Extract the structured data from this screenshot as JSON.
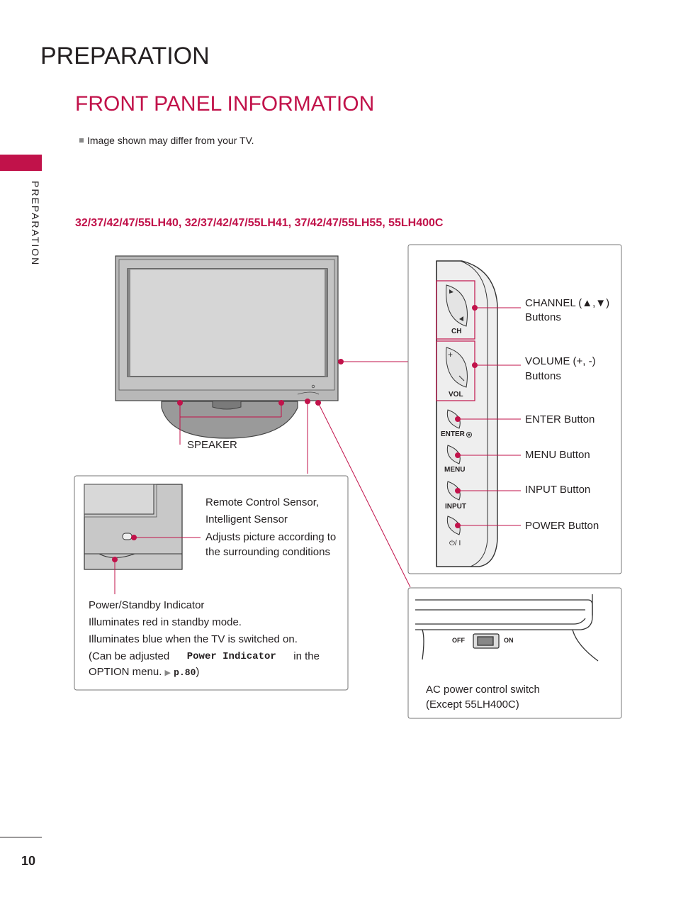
{
  "page": {
    "header": "PREPARATION",
    "section_title": "FRONT PANEL INFORMATION",
    "note": "Image shown may differ from your TV.",
    "side_tab_label": "PREPARATION",
    "model_line": "32/37/42/47/55LH40, 32/37/42/47/55LH41, 37/42/47/55LH55, 55LH400C",
    "page_number": "10"
  },
  "tv_labels": {
    "speaker": "SPEAKER"
  },
  "side_panel": {
    "buttons": [
      {
        "key": "ch",
        "panel_text": "CH",
        "label_line1": "CHANNEL (▲,▼)",
        "label_line2": "Buttons"
      },
      {
        "key": "vol",
        "panel_text": "VOL",
        "label_line1": "VOLUME (+, -)",
        "label_line2": "Buttons"
      },
      {
        "key": "enter",
        "panel_text": "ENTER",
        "label_line1": "ENTER Button"
      },
      {
        "key": "menu",
        "panel_text": "MENU",
        "label_line1": "MENU Button"
      },
      {
        "key": "input",
        "panel_text": "INPUT",
        "label_line1": "INPUT Button"
      },
      {
        "key": "power",
        "panel_text": "⏻/ I",
        "label_line1": "POWER Button"
      }
    ]
  },
  "sensor_box": {
    "sensor_title_1": "Remote Control Sensor,",
    "sensor_title_2": "Intelligent Sensor",
    "sensor_desc_1": "Adjusts picture according to",
    "sensor_desc_2": "the surrounding conditions",
    "indicator_title": "Power/Standby Indicator",
    "indicator_line1": "Illuminates red in standby mode.",
    "indicator_line2": "Illuminates blue when the TV is switched on.",
    "indicator_line3_pre": "(Can  be  adjusted",
    "indicator_line3_code": "Power  Indicator",
    "indicator_line3_post": "in  the",
    "indicator_line4_pre": "OPTION menu.",
    "indicator_line4_ref": "p.80",
    "indicator_line4_post": ")"
  },
  "switch_box": {
    "off_label": "OFF",
    "on_label": "ON",
    "caption_1": "AC power control switch",
    "caption_2": "(Except 55LH400C)"
  },
  "colors": {
    "accent": "#c1124a",
    "text": "#231f20"
  }
}
